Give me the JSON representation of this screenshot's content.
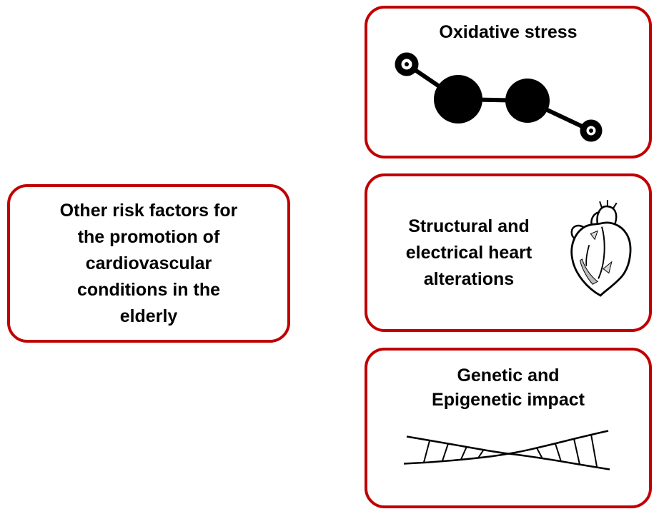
{
  "figure": {
    "type": "concept-diagram",
    "background": "#ffffff",
    "box_border_color": "#c00000",
    "text_color": "#000000",
    "icon_color": "#000000"
  },
  "boxes": {
    "oxidative": {
      "title": "Oxidative stress",
      "icon": "molecule-icon"
    },
    "risk_factors": {
      "lines": [
        "Other risk factors for",
        "the promotion of",
        "cardiovascular",
        "conditions in the",
        "elderly"
      ],
      "full_text": "Other risk factors for the promotion of cardiovascular conditions in the elderly"
    },
    "structural": {
      "lines": [
        "Structural and",
        "electrical heart",
        "alterations"
      ],
      "full_text": "Structural and electrical heart alterations",
      "icon": "anatomical-heart-icon"
    },
    "genetic": {
      "lines": [
        "Genetic and",
        "Epigenetic impact"
      ],
      "full_text": "Genetic and Epigenetic impact",
      "icon": "dna-helix-icon"
    }
  }
}
